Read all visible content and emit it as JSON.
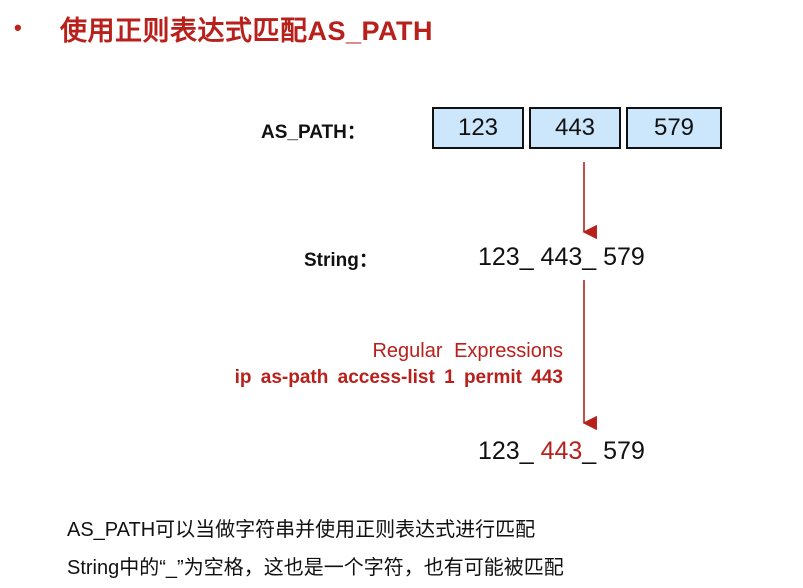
{
  "title": {
    "bullet": "•",
    "text": "使用正则表达式匹配AS_PATH"
  },
  "as_path": {
    "label": "AS_PATH：",
    "cells": [
      "123",
      "443",
      "579"
    ]
  },
  "string_row": {
    "label": "String：",
    "value": "123_ 443_ 579"
  },
  "regex": {
    "caption": "Regular Expressions",
    "command": "ip as-path access-list 1 permit 443"
  },
  "result": {
    "before": "123_ ",
    "match": "443",
    "after": "_ 579"
  },
  "notes": [
    "AS_PATH可以当做字符串并使用正则表达式进行匹配",
    "String中的“_”为空格，这也是一个字符，也有可能被匹配"
  ],
  "colors": {
    "accent_red": "#b8201c",
    "cell_fill": "#cce6fb",
    "text": "#111111"
  }
}
